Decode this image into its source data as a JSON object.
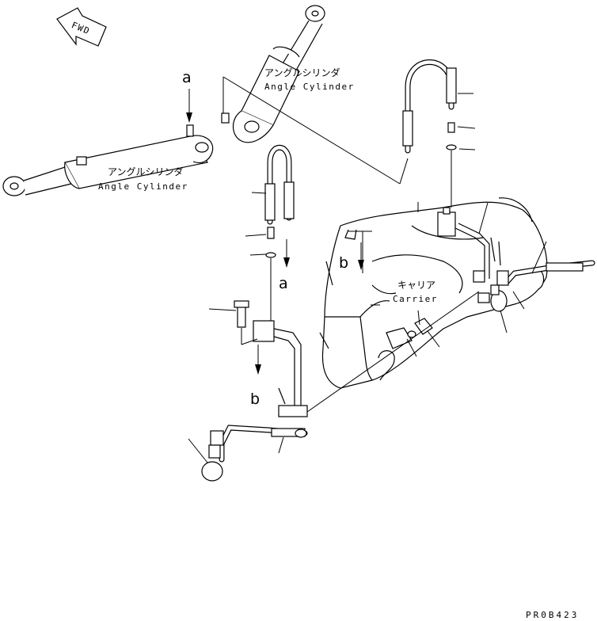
{
  "labels": {
    "fwd": "FWD",
    "angle_cyl_top_jp": "アングルシリンダ",
    "angle_cyl_top_en": "Angle Cylinder",
    "angle_cyl_left_jp": "アングルシリンダ",
    "angle_cyl_left_en": "Angle Cylinder",
    "carrier_jp": "キャリア",
    "carrier_en": "Carrier",
    "ref_a": "a",
    "ref_b": "b",
    "drawing_code": "PR0B423"
  }
}
